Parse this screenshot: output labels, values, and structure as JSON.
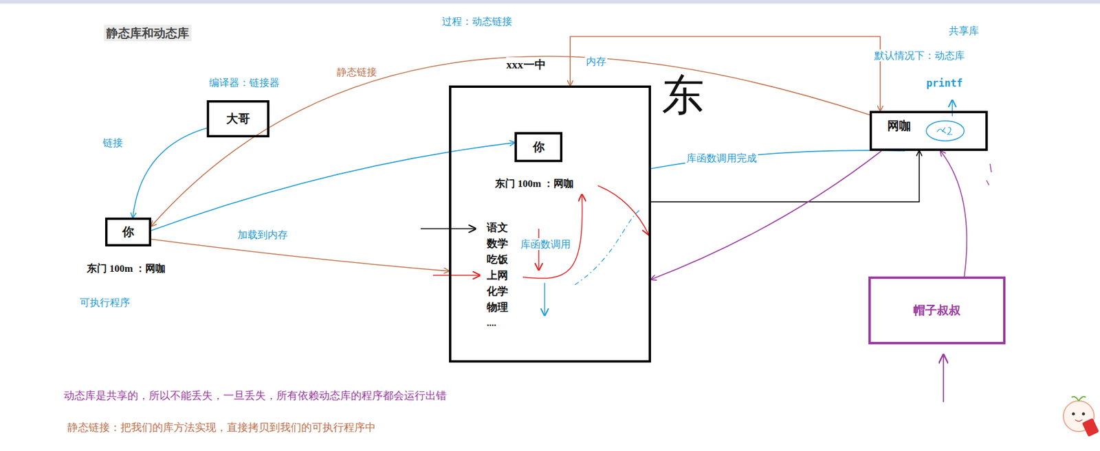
{
  "diagram": {
    "title": "静态库和动态库",
    "nodes": [
      {
        "text": [
          "大哥"
        ]
      },
      {
        "text": [
          "你"
        ]
      },
      {
        "text": [
          "xxx一中"
        ]
      },
      {
        "text": [
          "你"
        ],
        "in": 2
      },
      {
        "text": [
          "网咖"
        ]
      },
      {
        "text": [
          "帽子叔叔"
        ]
      }
    ],
    "edges": [
      {
        "from": 0,
        "to": 1,
        "arrow": "to",
        "label": "链接"
      },
      {
        "from": 1,
        "to": 3,
        "arrow": "to",
        "label": "加载到内存"
      },
      {
        "from": 4,
        "to": 1,
        "arrow": "to",
        "label": "静态链接"
      },
      {
        "from": 1,
        "to": 2,
        "arrow": "to"
      },
      {
        "from": 2,
        "to": 4,
        "arrow": "to"
      },
      {
        "from": 4,
        "to": 2,
        "arrow": "none",
        "label": "库函数调用完成"
      },
      {
        "from": 4,
        "to": 2,
        "arrow": "to"
      },
      {
        "from": 5,
        "to": 4,
        "arrow": "to"
      },
      {
        "from": 2,
        "to": 4,
        "arrow": "both",
        "label": "过程：动态链接"
      }
    ],
    "labels": [
      "编译器：链接器",
      "东门 100m ：网咖",
      "可执行程序",
      "内存",
      "东门 100m ：网咖",
      "语文",
      "数学",
      "吃饭",
      "上网",
      "化学",
      "物理",
      "....",
      "库函数调用",
      "东",
      "共享库",
      "默认情况下：动态库",
      "printf",
      "动态库是共享的，所以不能丢失，一旦丢失，所有依赖动态库的程序都会运行出错",
      "静态链接：把我们的库方法实现，直接拷贝到我们的可执行程序中"
    ]
  }
}
